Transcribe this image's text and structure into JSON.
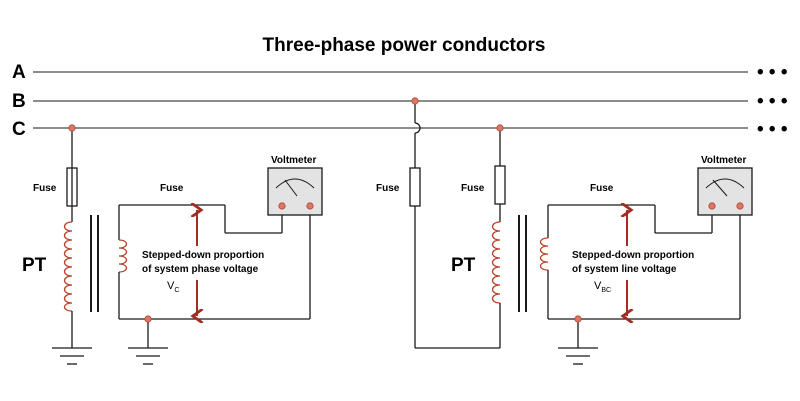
{
  "title": "Three-phase power conductors",
  "conductors": [
    {
      "label": "A"
    },
    {
      "label": "B"
    },
    {
      "label": "C"
    }
  ],
  "continuation": "• • •",
  "labels": {
    "fuse": "Fuse",
    "voltmeter": "Voltmeter",
    "pt": "PT"
  },
  "left_circuit": {
    "line1": "Stepped-down proportion",
    "line2": "of system phase voltage",
    "voltage_main": "V",
    "voltage_sub": "C"
  },
  "right_circuit": {
    "line1": "Stepped-down proportion",
    "line2": "of system line voltage",
    "voltage_main": "V",
    "voltage_sub": "BC"
  },
  "colors": {
    "wire": "#1a1a1a",
    "conductor": "#666666",
    "coil": "#b5442c",
    "arrow": "#a32b22",
    "node": "#d9776a",
    "meter_bg": "#e3e3e3"
  }
}
